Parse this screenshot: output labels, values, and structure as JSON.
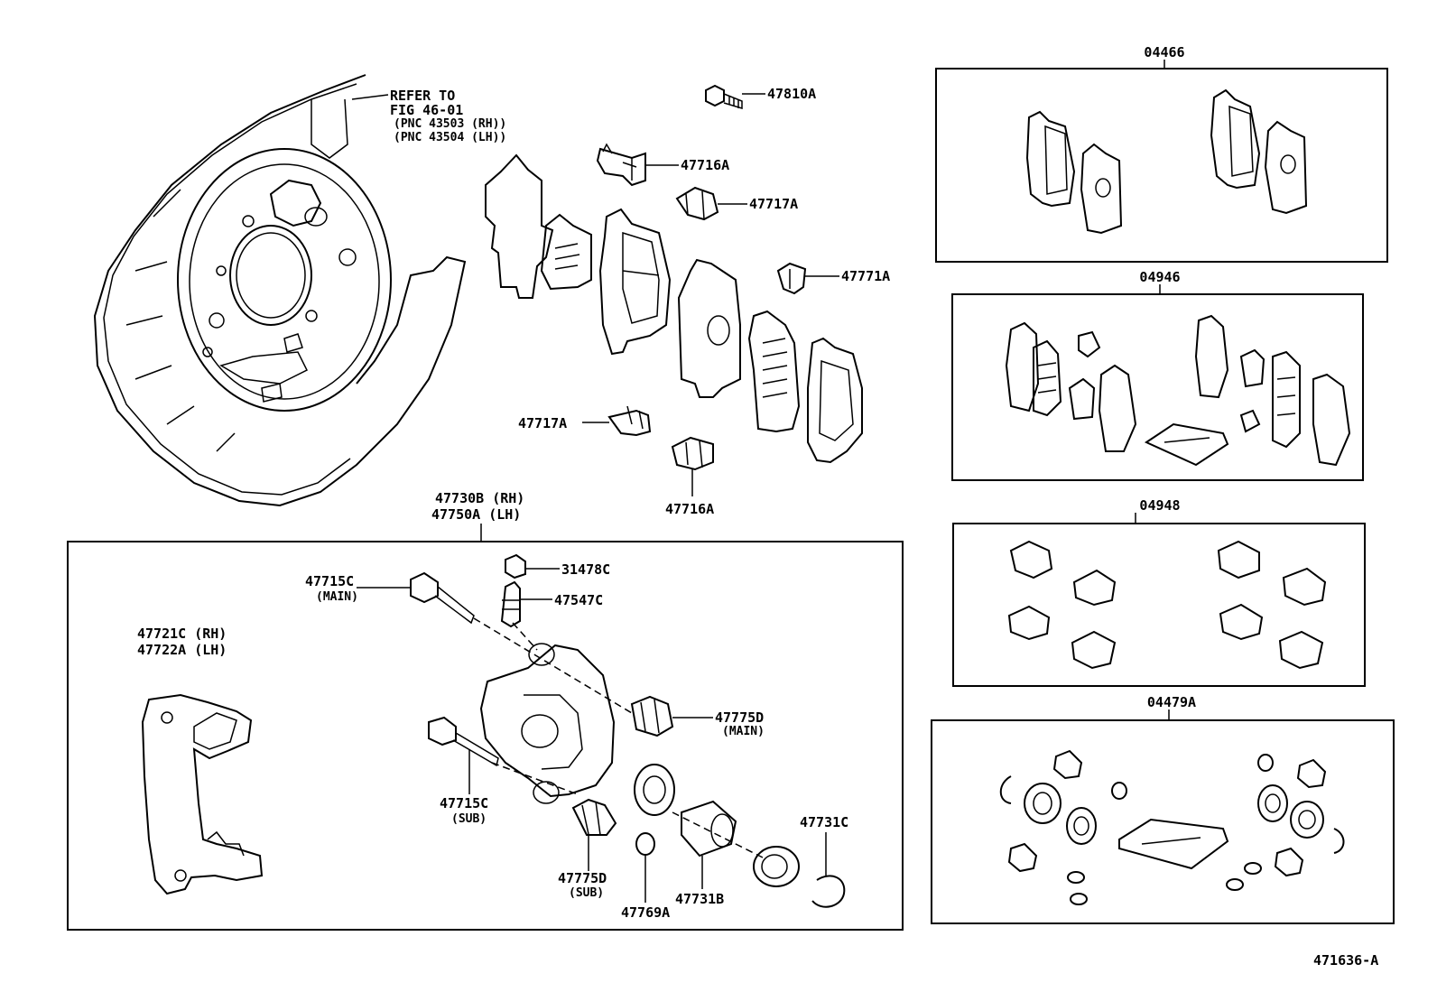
{
  "refer": {
    "line1": "REFER TO",
    "line2": "FIG 46-01",
    "line3": "(PNC 43503 (RH))",
    "line4": "(PNC 43504 (LH))"
  },
  "parts": {
    "p47810A": "47810A",
    "p47716A_top": "47716A",
    "p47717A_top": "47717A",
    "p47771A": "47771A",
    "p47717A_low": "47717A",
    "p47716A_low": "47716A",
    "caliper_rh": "47730B (RH)",
    "caliper_lh": "47750A (LH)",
    "p31478C": "31478C",
    "p47547C": "47547C",
    "p47715C_main": "47715C",
    "p47715C_main_sub": "(MAIN)",
    "mount_rh": "47721C (RH)",
    "mount_lh": "47722A (LH)",
    "p47775D_main": "47775D",
    "p47775D_main_sub": "(MAIN)",
    "p47715C_sub": "47715C",
    "p47715C_sub_sub": "(SUB)",
    "p47775D_sub": "47775D",
    "p47775D_sub_sub": "(SUB)",
    "p47769A": "47769A",
    "p47731B": "47731B",
    "p47731C": "47731C"
  },
  "kits": {
    "k04466": "04466",
    "k04946": "04946",
    "k04948": "04948",
    "k04479A": "04479A"
  },
  "figure_id": "471636-A"
}
